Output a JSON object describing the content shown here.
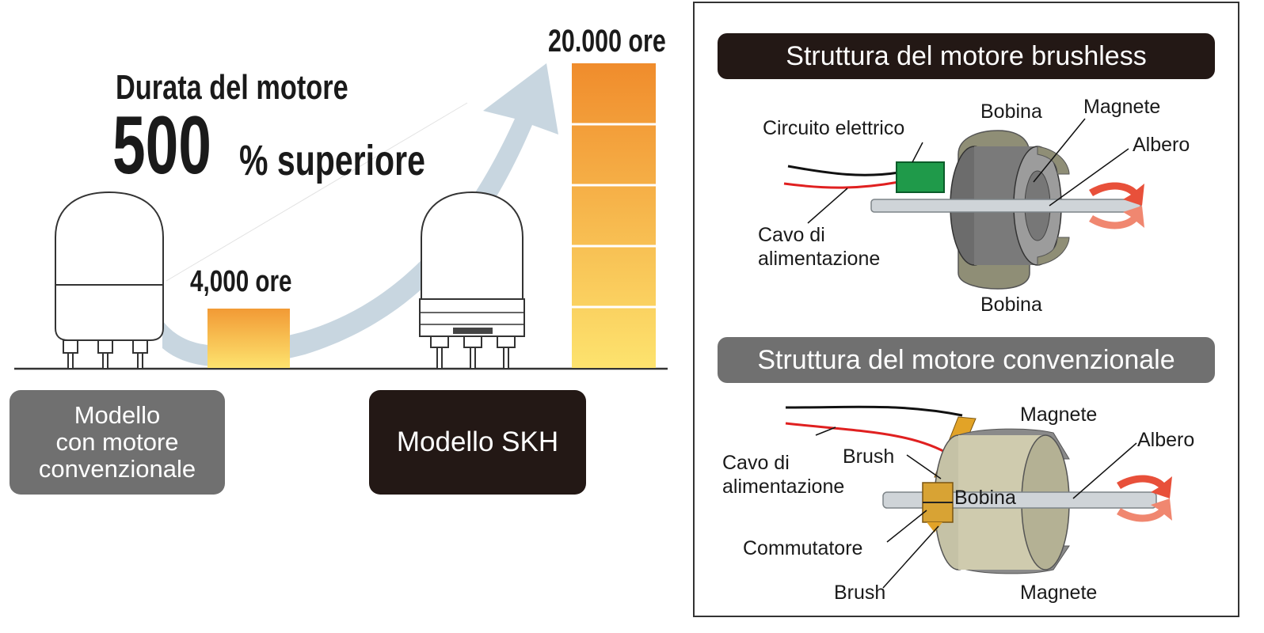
{
  "headline": {
    "line1": "Durata del motore",
    "big_number": "500",
    "percent_text": "% superiore"
  },
  "bars": {
    "conventional": {
      "label": "4,000 ore",
      "hours": 4000
    },
    "skh": {
      "label": "20.000 ore",
      "hours": 20000
    }
  },
  "models": {
    "conventional_label": "Modello\ncon motore\nconvenzionale",
    "skh_label": "Modello SKH"
  },
  "brushless": {
    "title": "Struttura del motore brushless",
    "labels": {
      "circuit": "Circuito elettrico",
      "coil_top": "Bobina",
      "magnet": "Magnete",
      "shaft": "Albero",
      "cable_line1": "Cavo di",
      "cable_line2": "alimentazione",
      "coil_bottom": "Bobina"
    }
  },
  "conventional": {
    "title": "Struttura del motore convenzionale",
    "labels": {
      "magnet_top": "Magnete",
      "shaft": "Albero",
      "cable_line1": "Cavo di",
      "cable_line2": "alimentazione",
      "brush_top": "Brush",
      "coil": "Bobina",
      "commutator": "Commutatore",
      "brush_bottom": "Brush",
      "magnet_bottom": "Magnete"
    }
  },
  "colors": {
    "bar_top": "#f08c2c",
    "bar_bottom": "#fde36e",
    "dark_pill": "#231815",
    "gray_pill": "#707070",
    "arrow": "#c8d6e0"
  }
}
